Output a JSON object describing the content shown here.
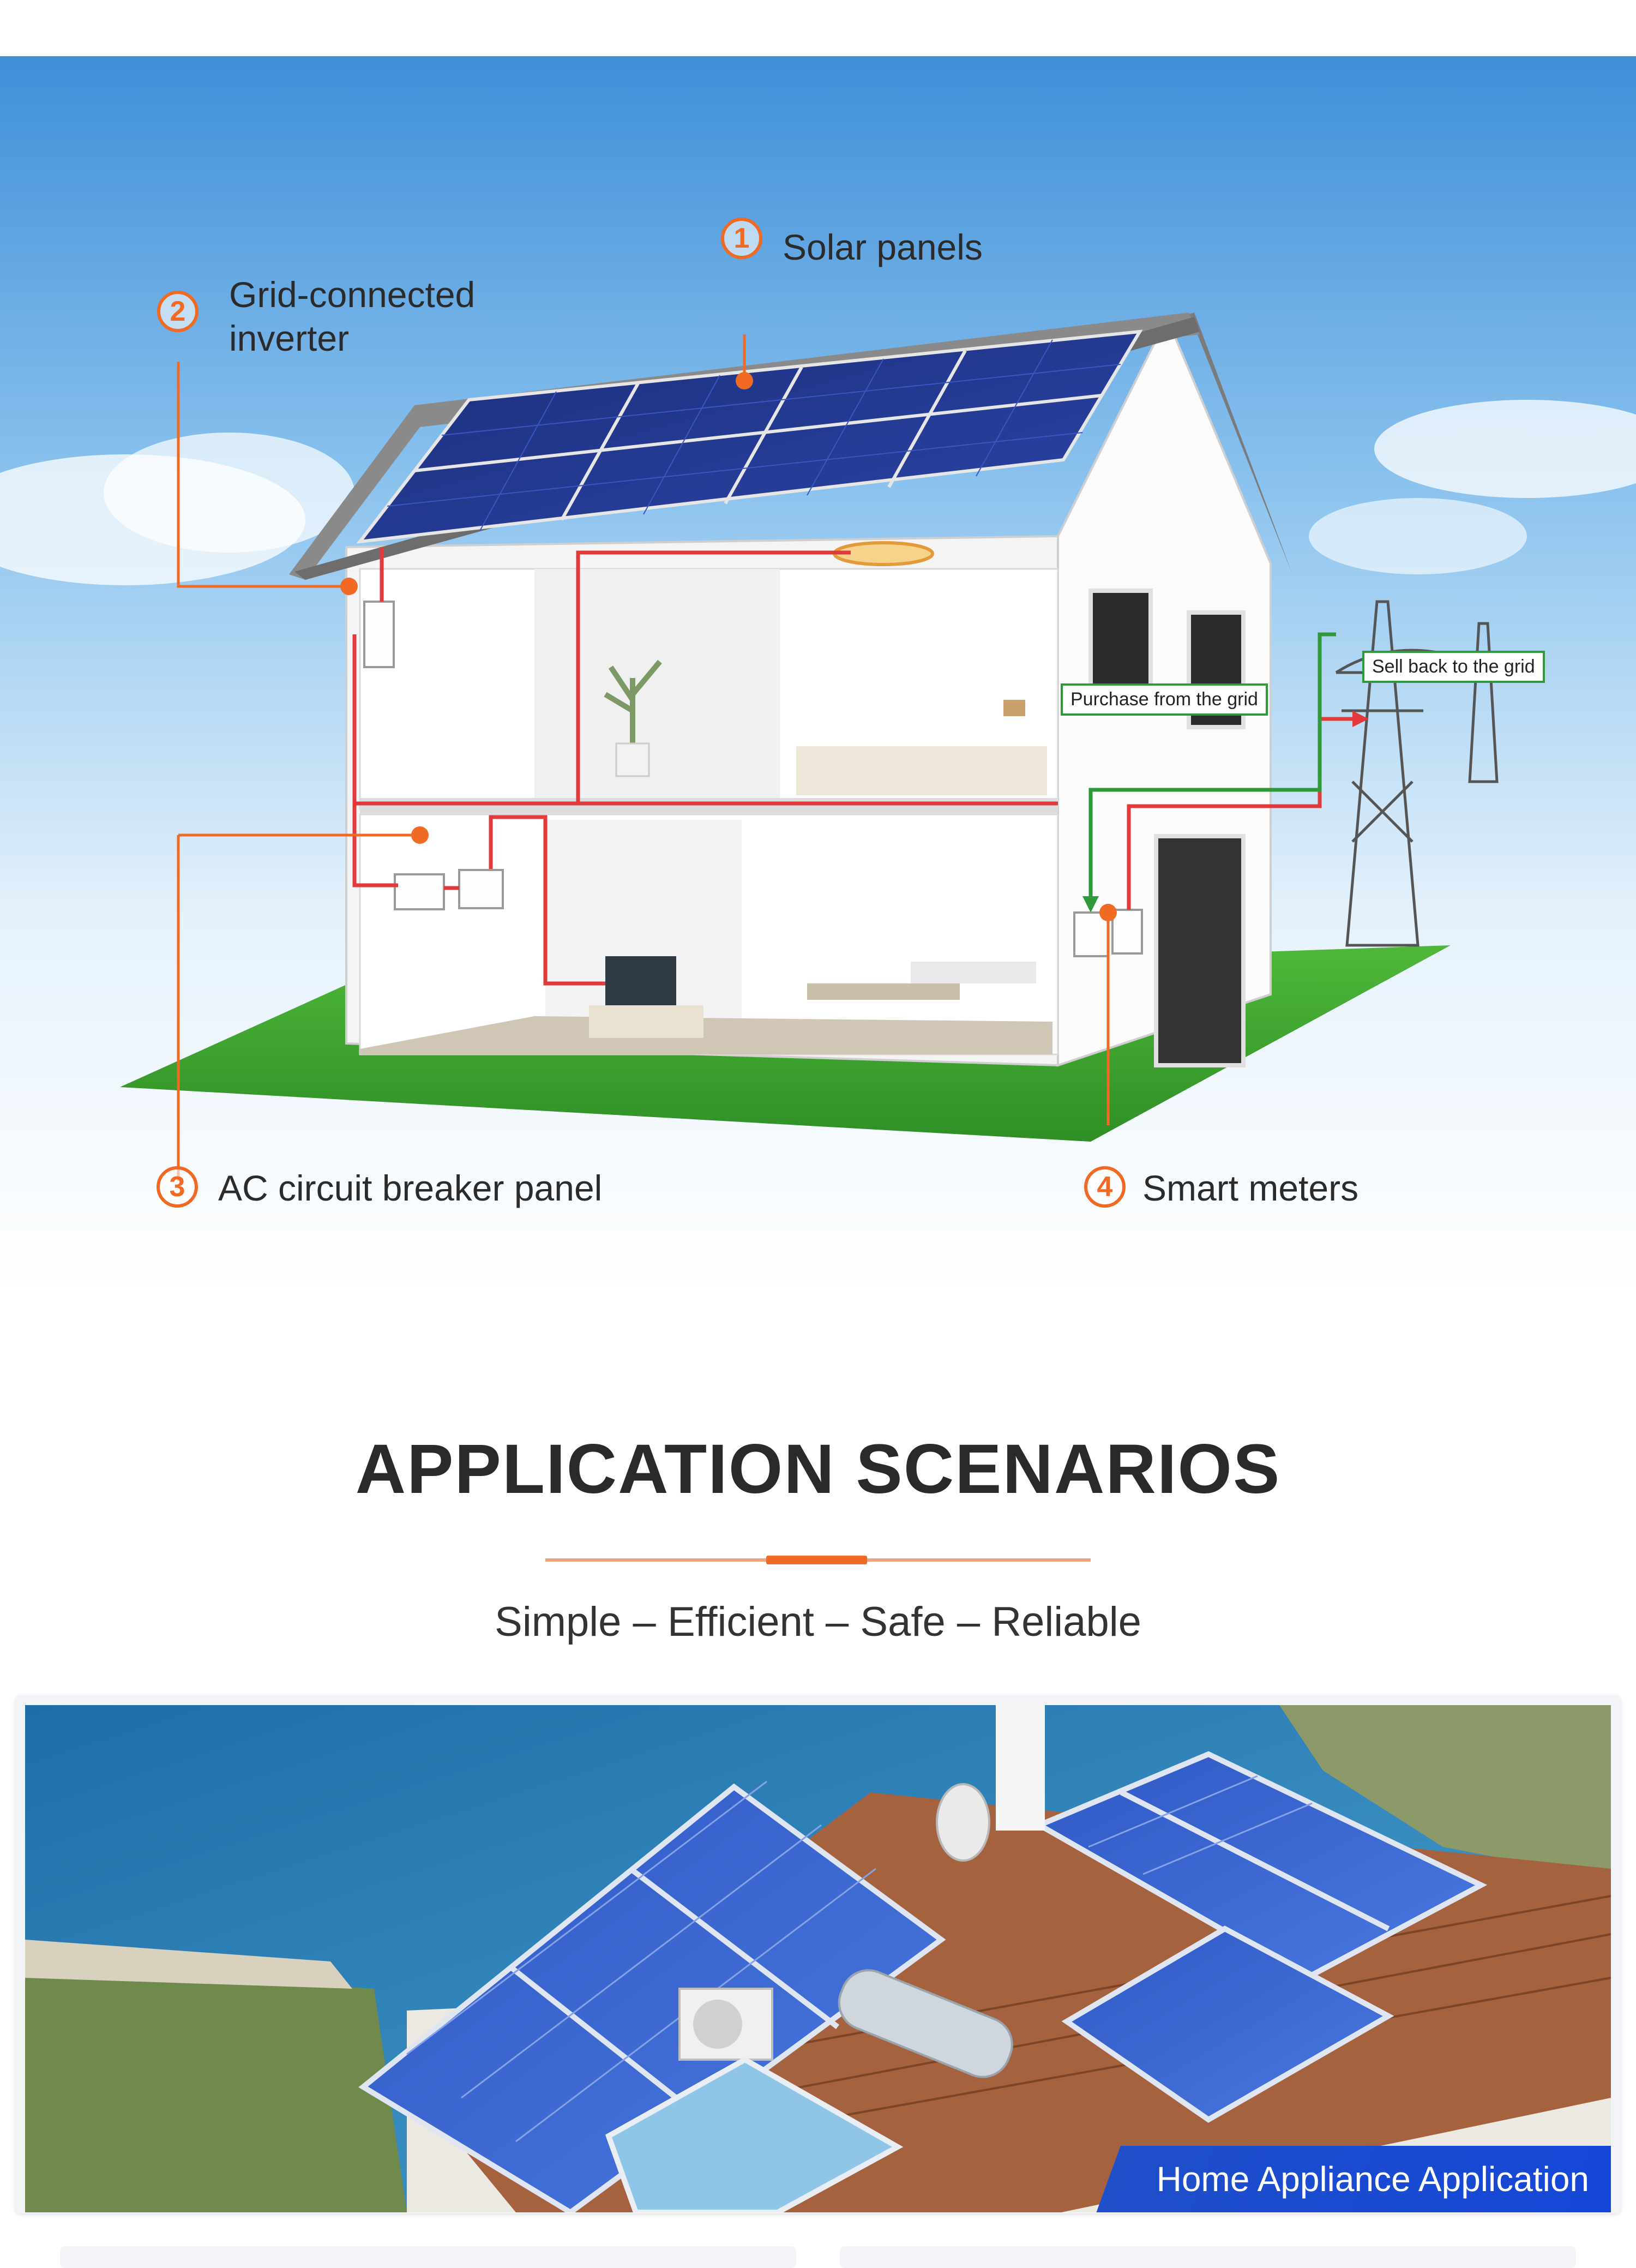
{
  "diagram": {
    "callouts": [
      {
        "number": "1",
        "label": "Solar panels"
      },
      {
        "number": "2",
        "label_line1": "Grid-connected",
        "label_line2": "inverter"
      },
      {
        "number": "3",
        "label": "AC circuit breaker panel"
      },
      {
        "number": "4",
        "label": "Smart meters"
      }
    ],
    "tags": {
      "purchase": "Purchase from the grid",
      "sell": "Sell back to the grid"
    },
    "colors": {
      "callout": "#f06a24",
      "power_line": "#e23a3a",
      "grid_line": "#2e9a3a"
    }
  },
  "section": {
    "title": "APPLICATION SCENARIOS",
    "subtitle": "Simple – Efficient – Safe – Reliable"
  },
  "scenarios": [
    {
      "caption": "Home Appliance Application"
    }
  ]
}
